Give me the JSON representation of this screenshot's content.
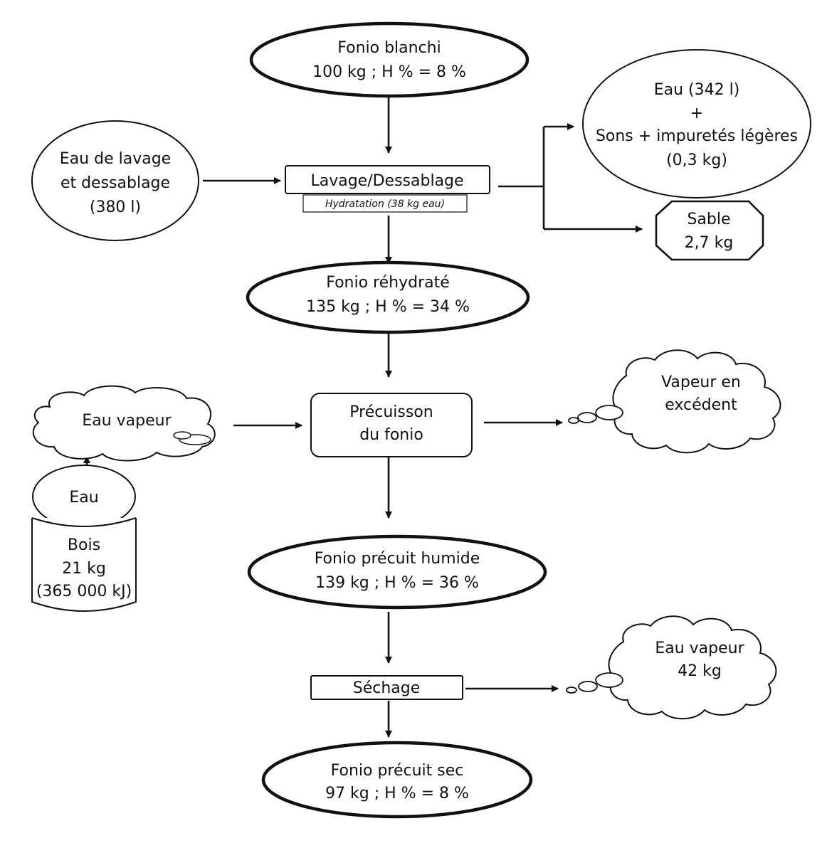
{
  "nodes": {
    "fonio_blanchi": {
      "line1": "Fonio blanchi",
      "line2": "100 kg ; H % = 8 %"
    },
    "eau_lavage": {
      "line1": "Eau de lavage",
      "line2": "et dessablage",
      "line3": "(380 l)"
    },
    "lavage": {
      "label": "Lavage/Dessablage",
      "sublabel": "Hydratation (38 kg eau)"
    },
    "eau_sons": {
      "line1": "Eau (342 l)",
      "line2": "+",
      "line3": "Sons + impuretés légères",
      "line4": "(0,3 kg)"
    },
    "sable": {
      "line1": "Sable",
      "line2": "2,7 kg"
    },
    "fonio_rehydrate": {
      "line1": "Fonio réhydraté",
      "line2": "135 kg ; H % = 34 %"
    },
    "eau_vapeur_in": {
      "label": "Eau vapeur"
    },
    "eau": {
      "label": "Eau"
    },
    "bois": {
      "line1": "Bois",
      "line2": "21 kg",
      "line3": "(365 000 kJ)"
    },
    "precuisson": {
      "line1": "Précuisson",
      "line2": "du fonio"
    },
    "vapeur_excedent": {
      "line1": "Vapeur en",
      "line2": "excédent"
    },
    "fonio_precuit_humide": {
      "line1": "Fonio précuit humide",
      "line2": "139 kg ; H % = 36 %"
    },
    "sechage": {
      "label": "Séchage"
    },
    "eau_vapeur_out": {
      "line1": "Eau vapeur",
      "line2": "42 kg"
    },
    "fonio_precuit_sec": {
      "line1": "Fonio précuit sec",
      "line2": "97 kg ; H % = 8 %"
    }
  },
  "colors": {
    "stroke": "#111111",
    "background": "#ffffff"
  }
}
